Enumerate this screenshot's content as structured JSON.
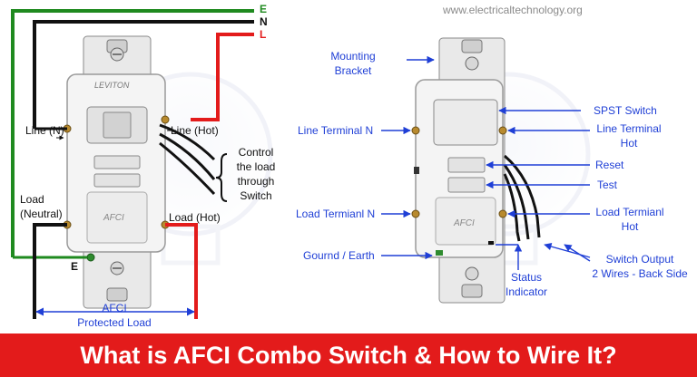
{
  "website": "www.electricaltechnology.org",
  "banner": {
    "title": "What is AFCI Combo Switch & How to Wire It?"
  },
  "colors": {
    "banner": "#e31b1b",
    "ground": "#1f8a1f",
    "hot": "#e31b1b",
    "neutral": "#111111",
    "callout": "#1f3fd6"
  },
  "left_diagram": {
    "wire_letters": {
      "earth": "E",
      "neutral": "N",
      "line": "L"
    },
    "device_brand": "LEVITON",
    "device_mark": "AFCI",
    "labels": {
      "line_n": "Line (N)",
      "line_hot": "Line (Hot)",
      "control_1": "Control",
      "control_2": "the load",
      "control_3": "through",
      "control_4": "Switch",
      "load_1": "Load",
      "load_2": "(Neutral)",
      "load_hot": "Load (Hot)",
      "earth_mark": "E",
      "afci_1": "AFCI",
      "afci_2": "Protected Load"
    }
  },
  "right_diagram": {
    "device_mark": "AFCI",
    "labels": {
      "mounting_1": "Mounting",
      "mounting_2": "Bracket",
      "line_terminal_n": "Line Terminal N",
      "load_terminal_n": "Load Termianl N",
      "ground": "Gournd / Earth",
      "spst": "SPST Switch",
      "line_hot_1": "Line Terminal",
      "line_hot_2": "Hot",
      "reset": "Reset",
      "test": "Test",
      "load_hot_1": "Load Termianl",
      "load_hot_2": "Hot",
      "switch_out_1": "Switch Output",
      "switch_out_2": "2 Wires - Back Side",
      "status_1": "Status",
      "status_2": "Indicator"
    }
  }
}
